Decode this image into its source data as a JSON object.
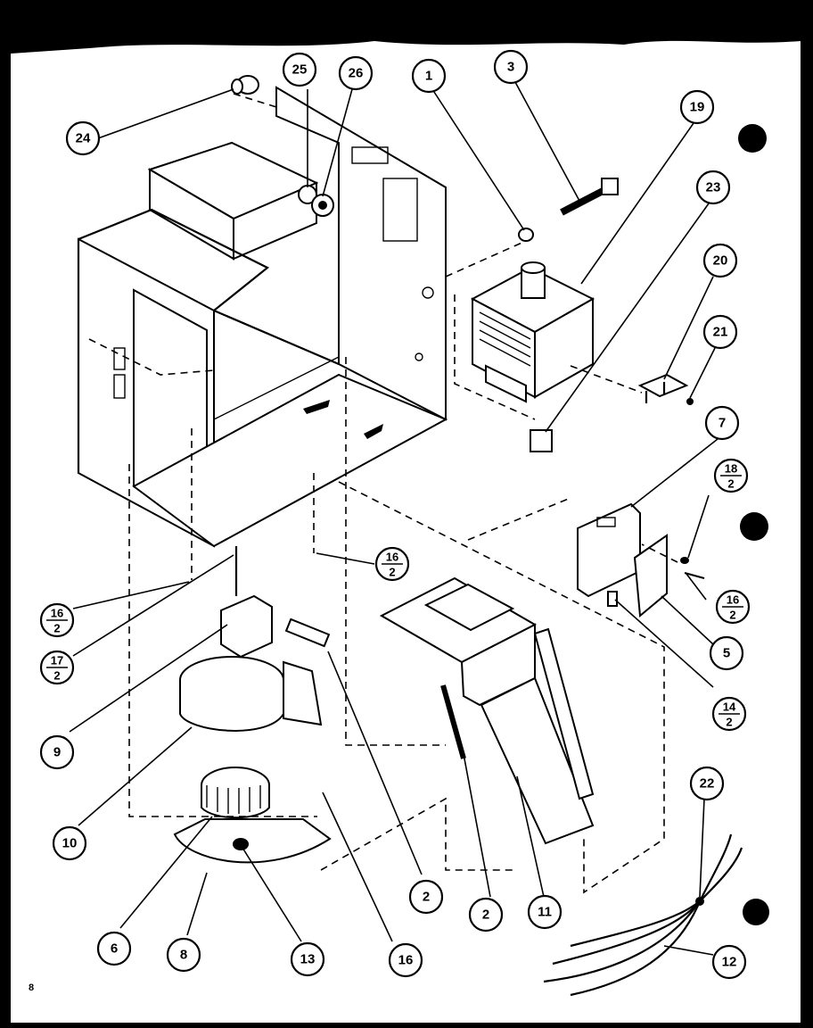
{
  "page_number": "8",
  "callouts": [
    {
      "id": "c24",
      "num": "24"
    },
    {
      "id": "c25",
      "num": "25"
    },
    {
      "id": "c26",
      "num": "26"
    },
    {
      "id": "c1",
      "num": "1"
    },
    {
      "id": "c3",
      "num": "3"
    },
    {
      "id": "c19",
      "num": "19"
    },
    {
      "id": "c23",
      "num": "23"
    },
    {
      "id": "c20",
      "num": "20"
    },
    {
      "id": "c21",
      "num": "21"
    },
    {
      "id": "c7",
      "num": "7"
    },
    {
      "id": "c18",
      "num": "18",
      "qty": "2"
    },
    {
      "id": "c16a",
      "num": "16",
      "qty": "2"
    },
    {
      "id": "c16b",
      "num": "16",
      "qty": "2"
    },
    {
      "id": "c16c",
      "num": "16",
      "qty": "2"
    },
    {
      "id": "c5",
      "num": "5"
    },
    {
      "id": "c14",
      "num": "14",
      "qty": "2"
    },
    {
      "id": "c17",
      "num": "17",
      "qty": "2"
    },
    {
      "id": "c9",
      "num": "9"
    },
    {
      "id": "c10",
      "num": "10"
    },
    {
      "id": "c2a",
      "num": "2"
    },
    {
      "id": "c2b",
      "num": "2"
    },
    {
      "id": "c11",
      "num": "11"
    },
    {
      "id": "c22",
      "num": "22"
    },
    {
      "id": "c12",
      "num": "12"
    },
    {
      "id": "c6",
      "num": "6"
    },
    {
      "id": "c8",
      "num": "8"
    },
    {
      "id": "c13",
      "num": "13"
    },
    {
      "id": "c16d",
      "num": "16"
    }
  ]
}
